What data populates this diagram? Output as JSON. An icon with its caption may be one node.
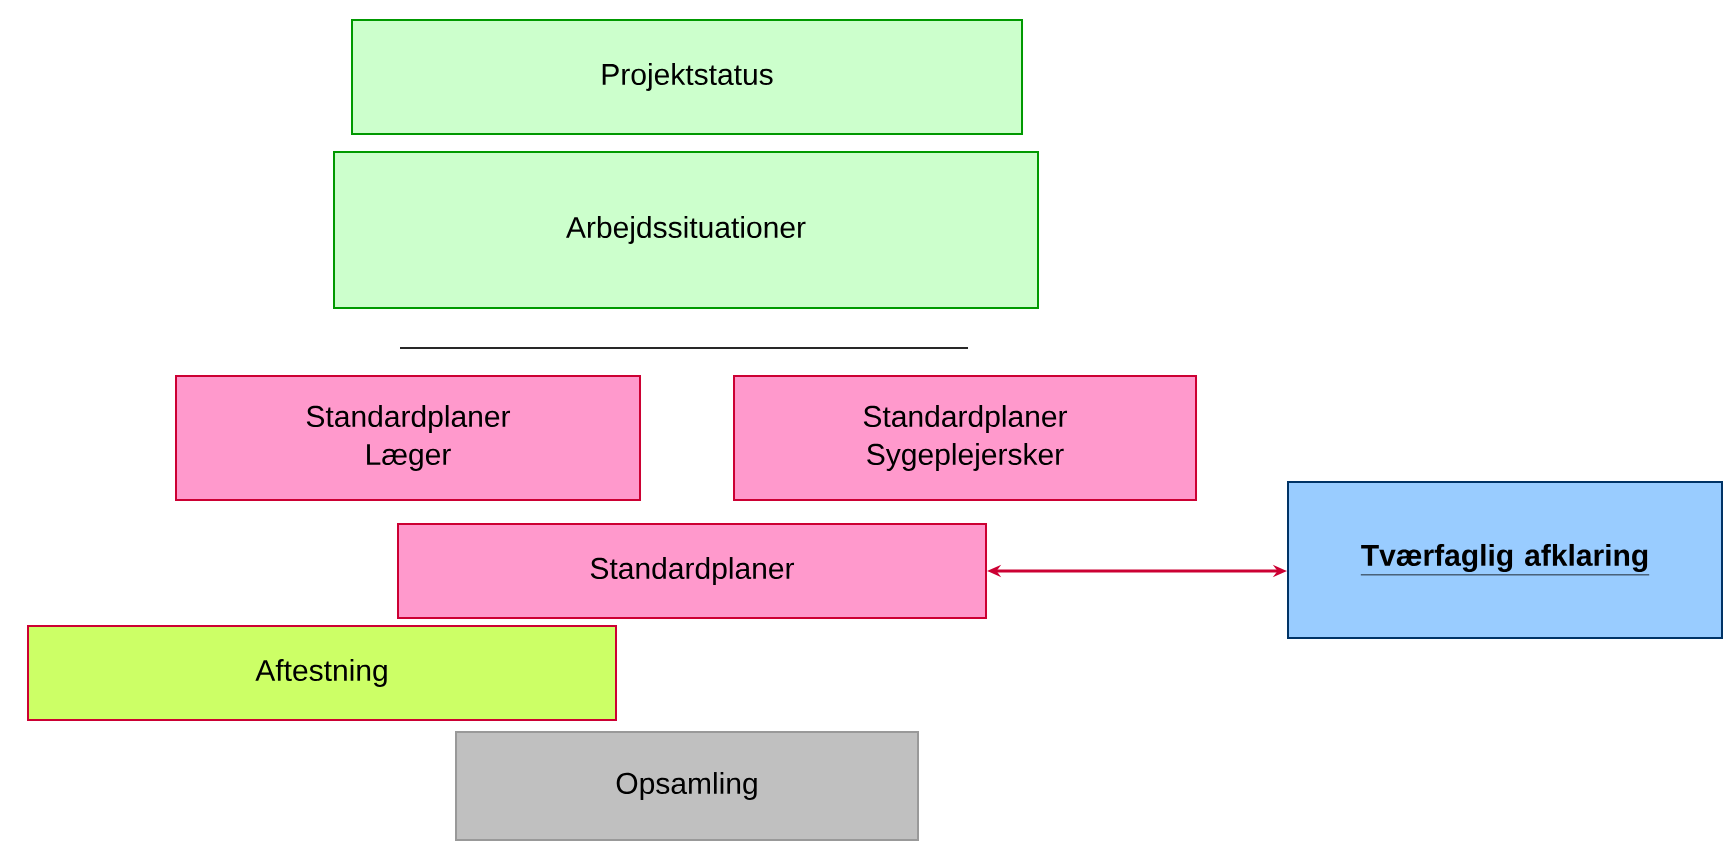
{
  "diagram": {
    "nodes": [
      {
        "text": [
          "Projektstatus"
        ]
      },
      {
        "text": [
          "Arbejdssituationer"
        ]
      },
      {
        "text": [
          "Standardplaner Læger"
        ]
      },
      {
        "text": [
          "Standardplaner Sygeplejersker"
        ]
      },
      {
        "text": [
          "Standardplaner"
        ]
      },
      {
        "text": [
          "Tværfaglig afklaring"
        ]
      },
      {
        "text": [
          "Aftestning"
        ]
      },
      {
        "text": [
          "Opsamling"
        ]
      }
    ],
    "edges": [
      {
        "from": 4,
        "to": 5,
        "arrow": "both",
        "color": "#cc0033"
      }
    ]
  }
}
